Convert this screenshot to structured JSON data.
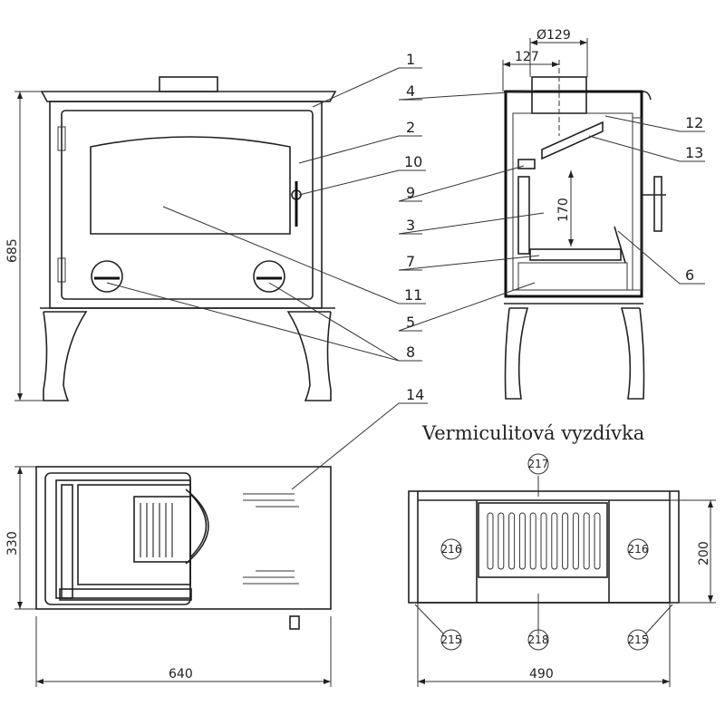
{
  "front_view": {
    "height_dim": "685",
    "labels": {
      "l1": "1",
      "l2": "2",
      "l10": "10",
      "l11": "11",
      "l8": "8"
    }
  },
  "side_view": {
    "flue_diameter_dim": "Ø129",
    "flue_offset_dim": "127",
    "baffle_height_dim": "170",
    "labels": {
      "l4": "4",
      "l12": "12",
      "l13": "13",
      "l9": "9",
      "l3": "3",
      "l7": "7",
      "l6": "6",
      "l5": "5"
    }
  },
  "top_view": {
    "depth_dim": "330",
    "width_dim": "640",
    "labels": {
      "l14": "14"
    }
  },
  "lining": {
    "title": "Vermiculitová vyzdívka",
    "width_dim": "490",
    "height_dim": "200",
    "parts": {
      "p217": "217",
      "p216a": "216",
      "p216b": "216",
      "p215a": "215",
      "p218": "218",
      "p215b": "215"
    }
  }
}
